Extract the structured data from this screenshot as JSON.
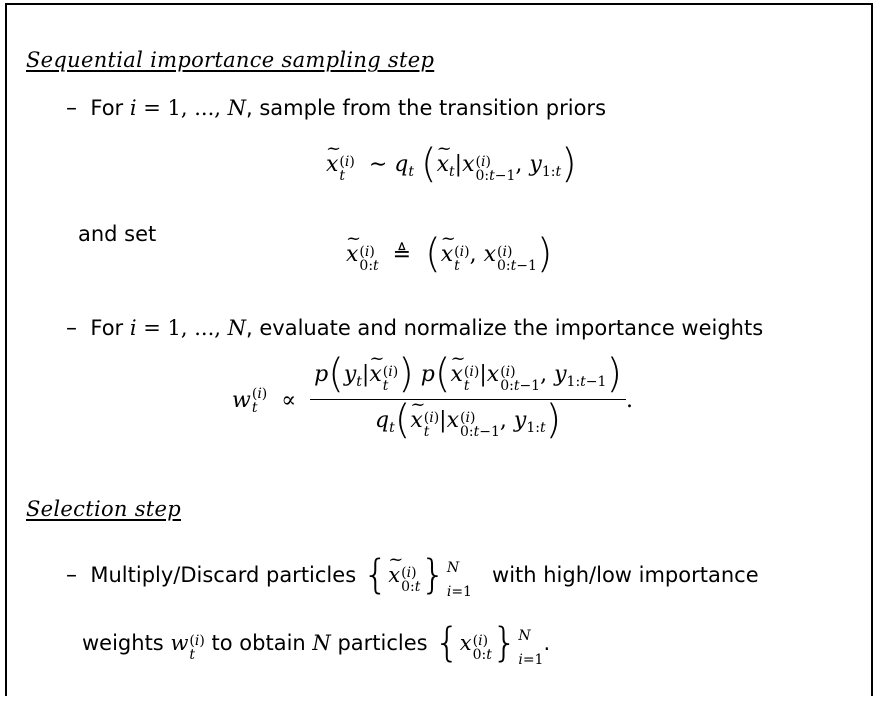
{
  "doc": {
    "sis_heading": "Sequential importance sampling step",
    "bullet_dash": "–",
    "item1_for": "For",
    "item1_i": "i",
    "item1_eq": " = 1, ..., ",
    "item1_N": "N",
    "item1_text": ", sample from the transition priors",
    "and_set": "and set",
    "item2_for": "For",
    "item2_text": ", evaluate and normalize the importance weights",
    "selection_heading": "Selection step",
    "item3_text_a": "Multiply/Discard  particles",
    "item3_text_b": "with  high/low  importance",
    "item3_line2_a": "weights",
    "item3_line2_b": "to obtain",
    "item3_line2_c": "particles",
    "period": "."
  }
}
